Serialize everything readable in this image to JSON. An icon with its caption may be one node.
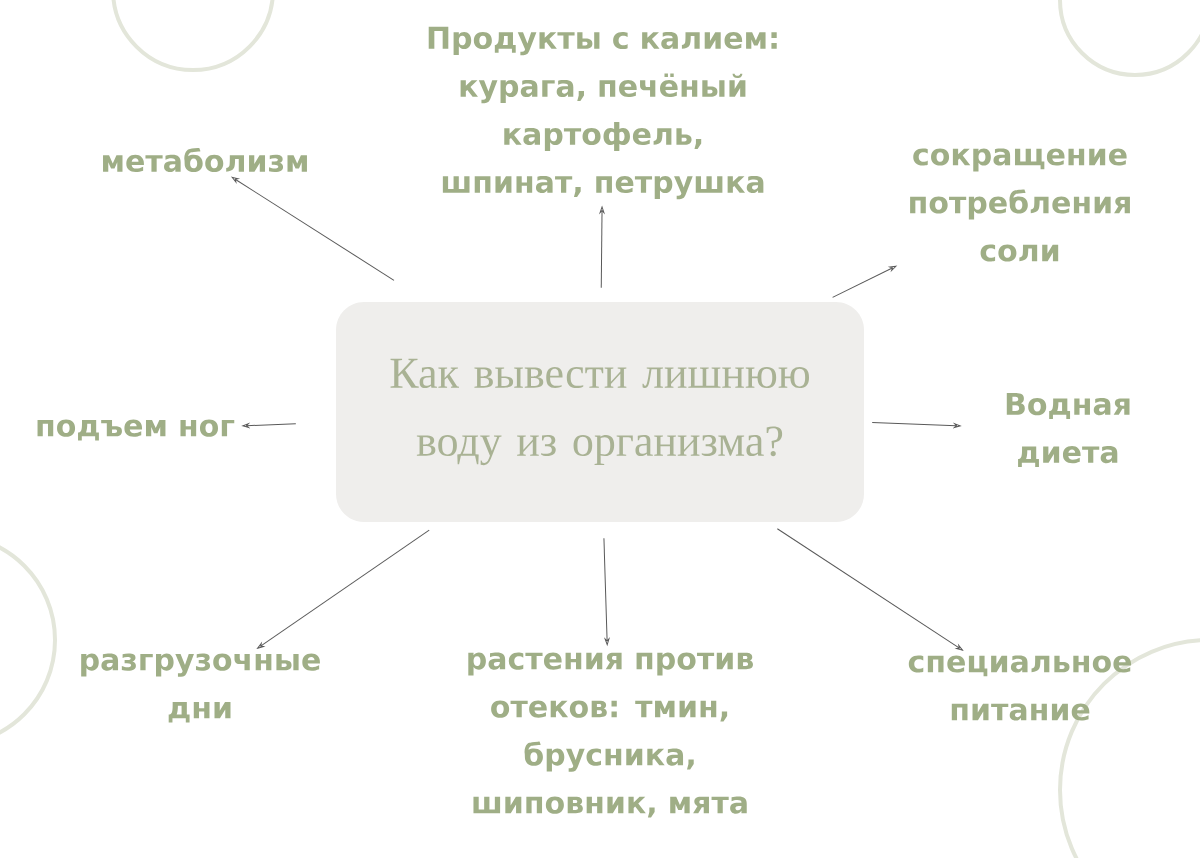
{
  "diagram": {
    "nodes": [
      {
        "text": [
          "Как вывести лишнюю воду из организма?"
        ]
      },
      {
        "text": [
          "метаболизм"
        ]
      },
      {
        "text": [
          "Продукты с калием: курага, печёный картофель, шпинат, петрушка"
        ]
      },
      {
        "text": [
          "сокращение потребления соли"
        ]
      },
      {
        "text": [
          "подъем ног"
        ]
      },
      {
        "text": [
          "Водная диета"
        ]
      },
      {
        "text": [
          "разгрузочные дни"
        ]
      },
      {
        "text": [
          "растения против отеков: тмин, брусника, шиповник, мята"
        ]
      },
      {
        "text": [
          "специальное питание"
        ]
      }
    ],
    "edges": [
      {
        "from": 0,
        "to": 1,
        "arrow": "to"
      },
      {
        "from": 0,
        "to": 2,
        "arrow": "to"
      },
      {
        "from": 0,
        "to": 3,
        "arrow": "to"
      },
      {
        "from": 0,
        "to": 4,
        "arrow": "to"
      },
      {
        "from": 0,
        "to": 5,
        "arrow": "to"
      },
      {
        "from": 0,
        "to": 6,
        "arrow": "to"
      },
      {
        "from": 0,
        "to": 7,
        "arrow": "to"
      },
      {
        "from": 0,
        "to": 8,
        "arrow": "to"
      }
    ]
  }
}
